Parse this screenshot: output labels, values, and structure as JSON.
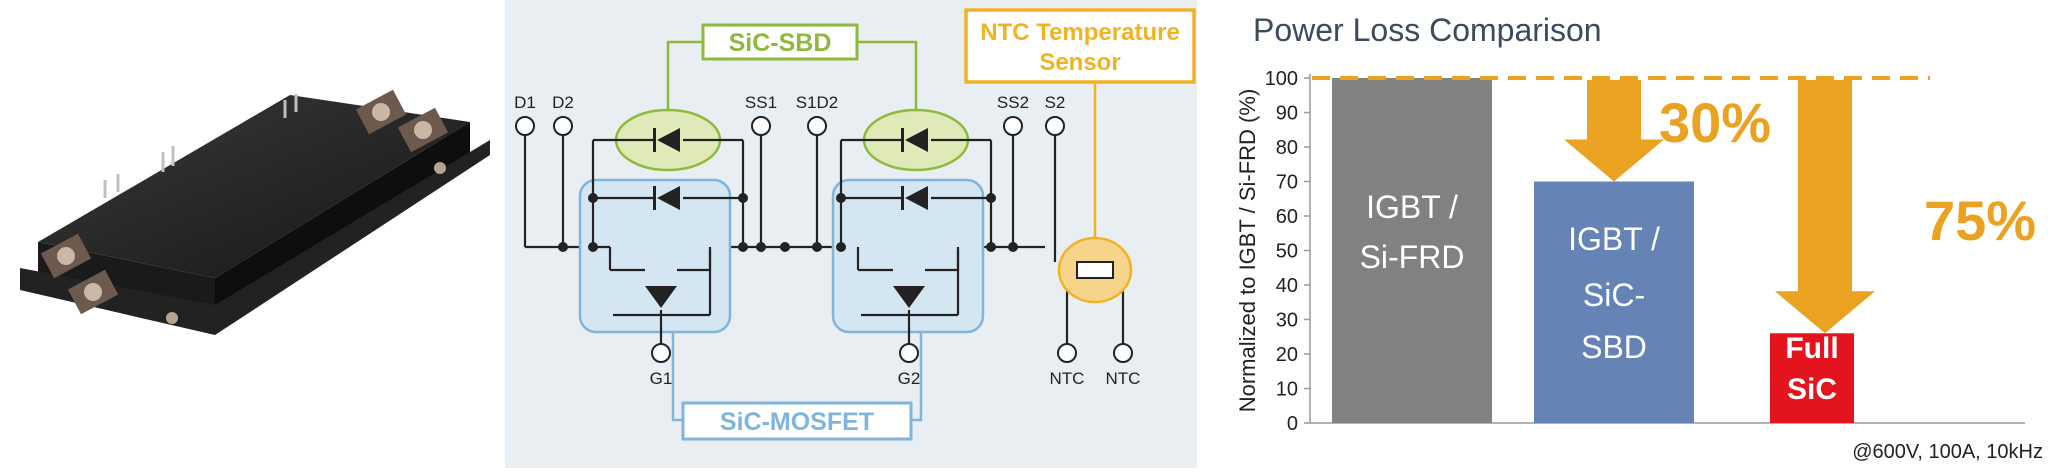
{
  "circuit": {
    "labels": {
      "sbd": "SiC-SBD",
      "ntc_title_1": "NTC Temperature",
      "ntc_title_2": "Sensor",
      "mosfet": "SiC-MOSFET",
      "d1": "D1",
      "d2": "D2",
      "ss1": "SS1",
      "s1d2": "S1D2",
      "ss2": "SS2",
      "s2": "S2",
      "g1": "G1",
      "g2": "G2",
      "ntc_a": "NTC",
      "ntc_b": "NTC"
    },
    "colors": {
      "sbd": "#8dba3c",
      "mosfet": "#7fb5dc",
      "ntc": "#f0b323",
      "wire": "#222222"
    }
  },
  "chart_data": {
    "type": "bar",
    "title": "Power Loss Comparison",
    "ylabel": "Normalized to IGBT / Si-FRD (%)",
    "xlabel": "",
    "ylim": [
      0,
      100
    ],
    "yticks": [
      0,
      10,
      20,
      30,
      40,
      50,
      60,
      70,
      80,
      90,
      100
    ],
    "categories": [
      [
        "IGBT /",
        "Si-FRD"
      ],
      [
        "IGBT /",
        "SiC-",
        "SBD"
      ],
      [
        "Full",
        "SiC"
      ]
    ],
    "values": [
      100,
      70,
      26
    ],
    "bar_colors": [
      "#818181",
      "#6583b4",
      "#e3141d"
    ],
    "reductions": [
      {
        "label": "30%",
        "from": 100,
        "to": 70
      },
      {
        "label": "75%",
        "from": 100,
        "to": 26
      }
    ],
    "annotation": "@600V, 100A, 10kHz",
    "accent": "#e9a321",
    "grid": false
  }
}
